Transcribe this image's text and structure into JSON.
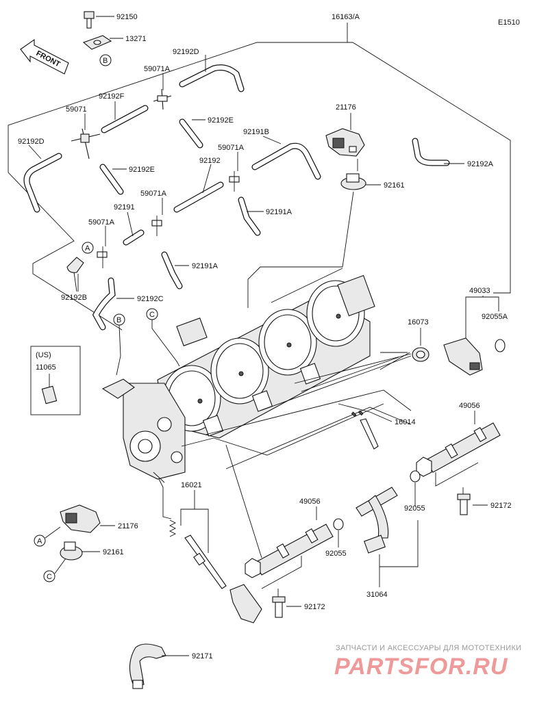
{
  "diagram_code": "E1510",
  "assembly_ref": "16163/A",
  "front_label": "FRONT",
  "region_note": "(US)",
  "callouts": {
    "A": "A",
    "B": "B",
    "C": "C"
  },
  "parts": {
    "p92150": "92150",
    "p13271": "13271",
    "p92192D_top": "92192D",
    "p59071A_1": "59071A",
    "p92192F": "92192F",
    "p59071": "59071",
    "p92192E_1": "92192E",
    "p92192D_left": "92192D",
    "p92192E_2": "92192E",
    "p92191B": "92191B",
    "p59071A_2": "59071A",
    "p92192": "92192",
    "p59071A_3": "59071A",
    "p92191A_1": "92191A",
    "p92191": "92191",
    "p59071A_4": "59071A",
    "p92191A_2": "92191A",
    "p92192B": "92192B",
    "p92192C": "92192C",
    "p21176_top": "21176",
    "p92192A": "92192A",
    "p92161_top": "92161",
    "p49033": "49033",
    "p16073": "16073",
    "p92055A": "92055A",
    "p11065": "11065",
    "p16014": "16014",
    "p49056_right": "49056",
    "p92172_right": "92172",
    "p16021": "16021",
    "p49056_mid": "49056",
    "p92055_right": "92055",
    "p92055_mid": "92055",
    "p31064": "31064",
    "p21176_left": "21176",
    "p92161_left": "92161",
    "p92172_bottom": "92172",
    "p92171": "92171"
  },
  "watermark": {
    "subtitle": "ЗАПЧАСТИ И АКСЕССУАРЫ ДЛЯ МОТОТЕХНИКИ",
    "brand": "PARTSFOR.RU"
  }
}
